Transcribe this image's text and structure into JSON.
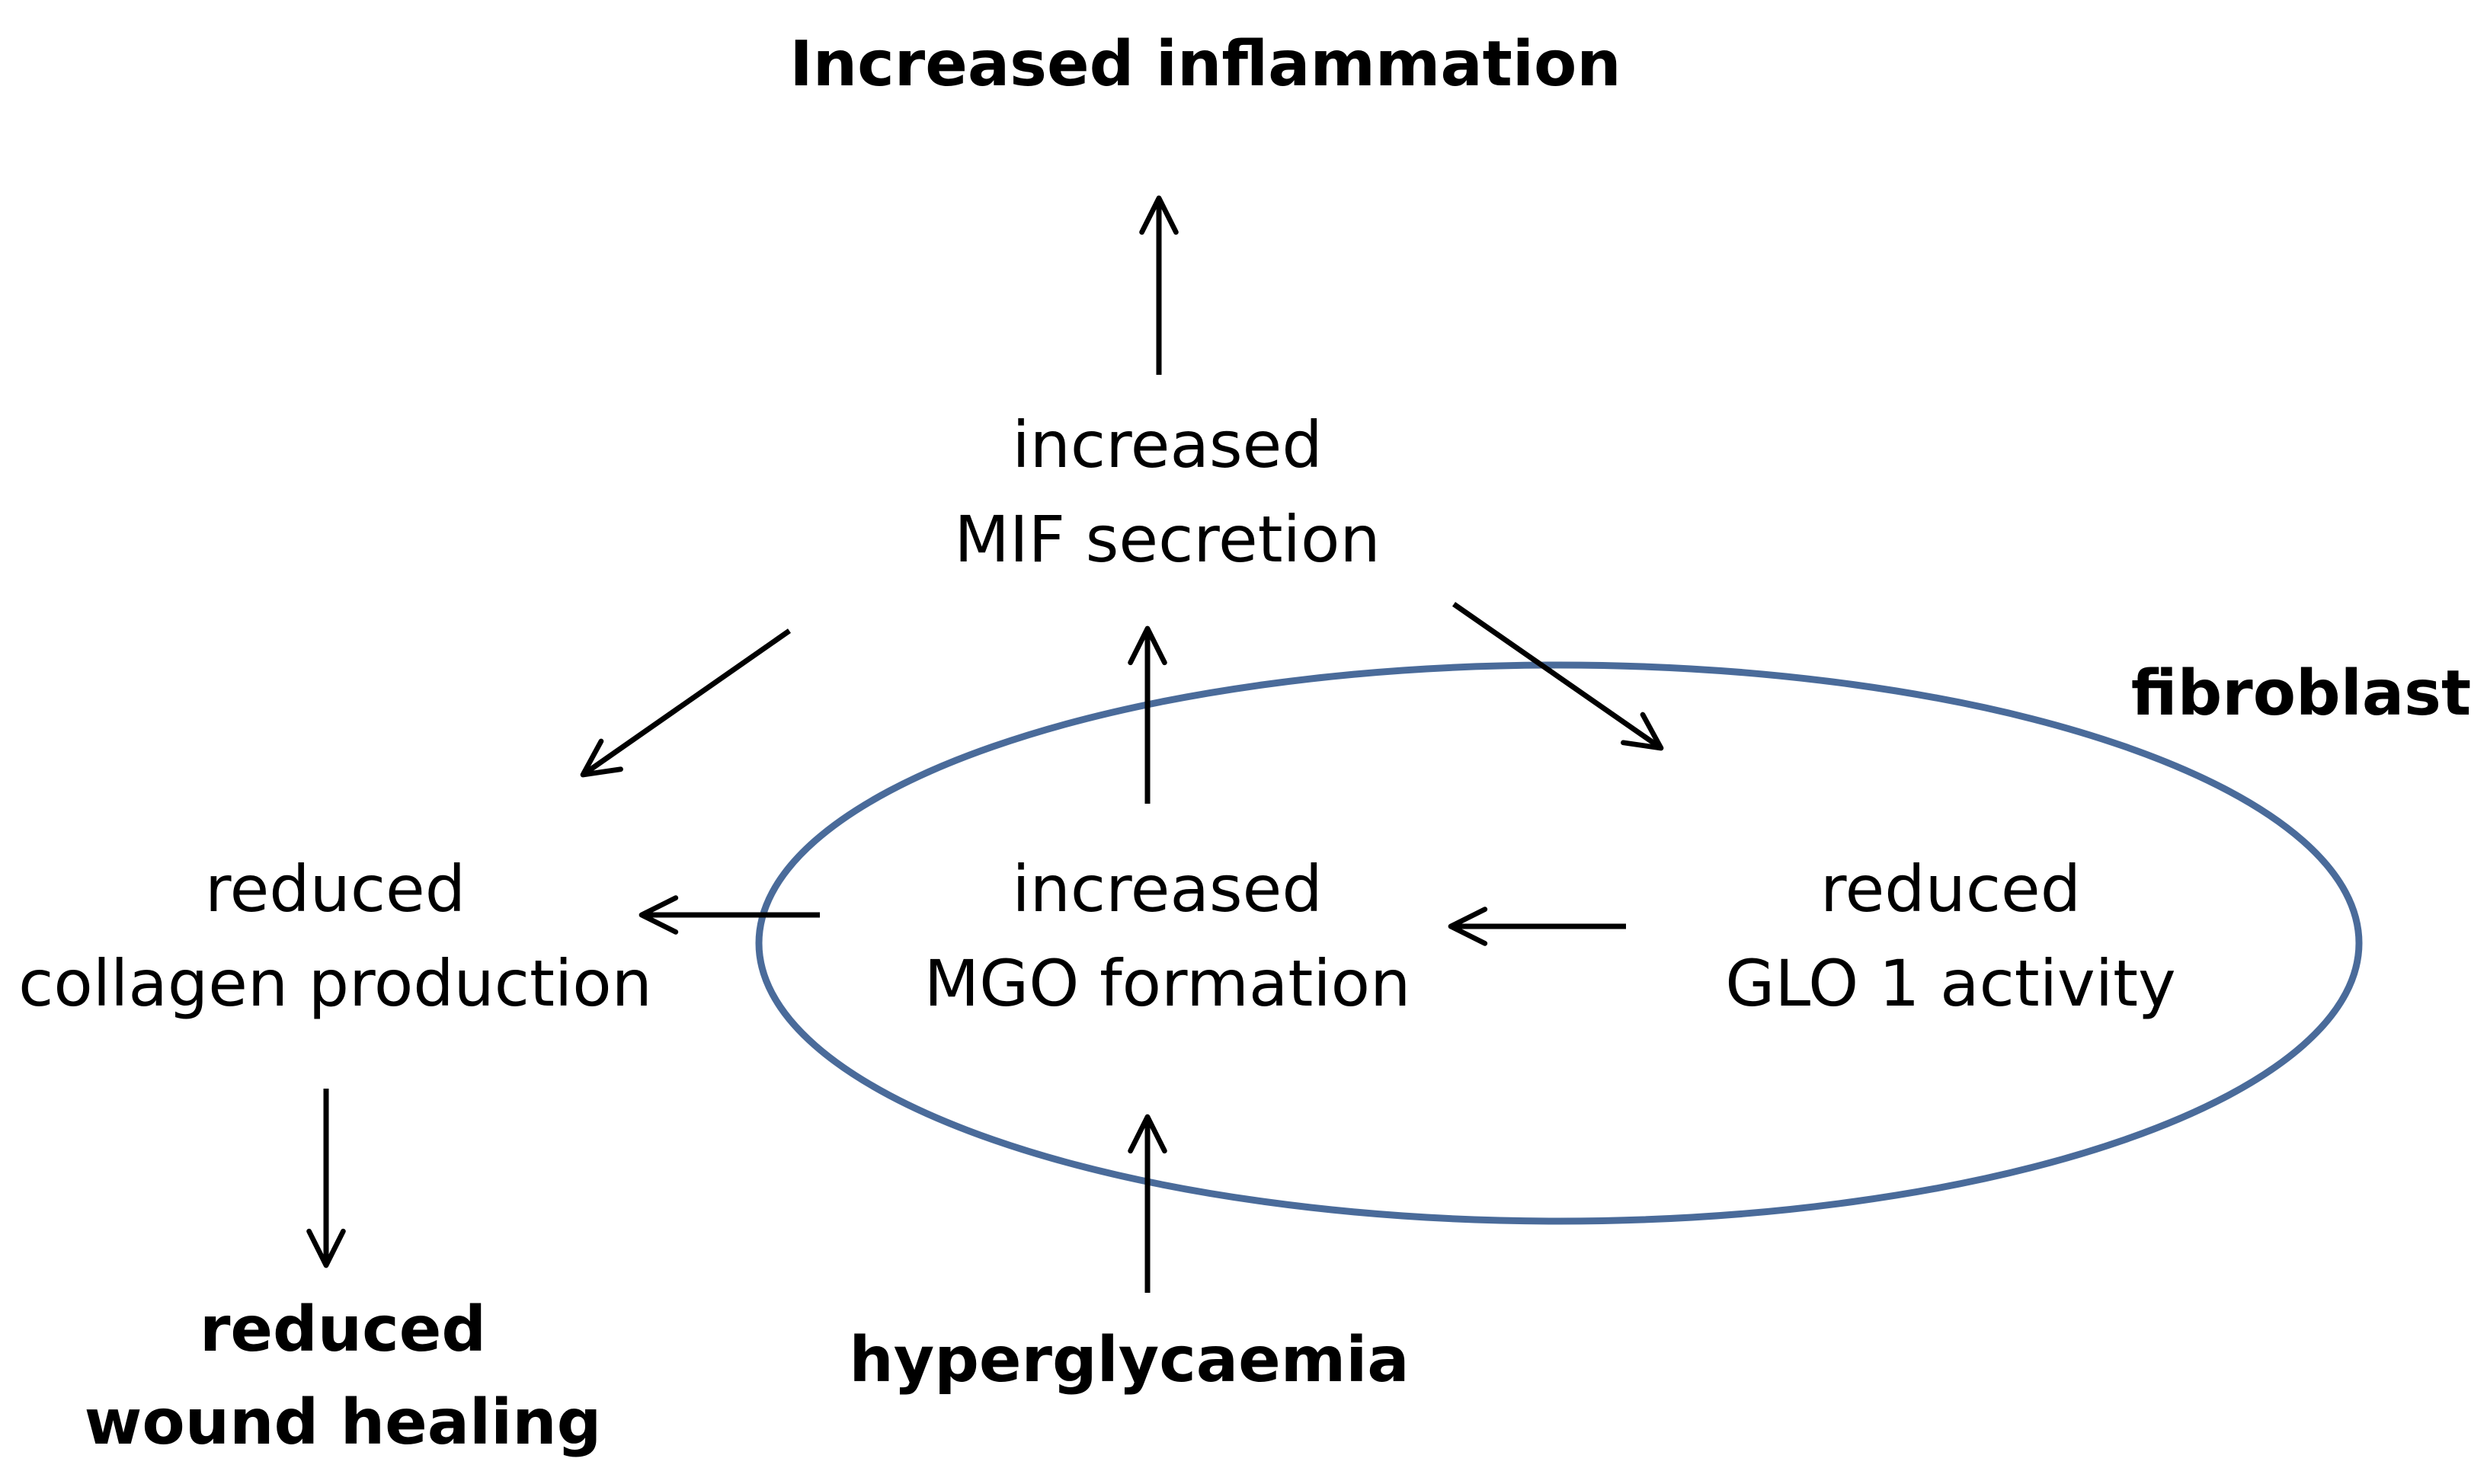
{
  "diagram": {
    "top_outcome": "Increased inflammation",
    "mif": {
      "line1": "increased",
      "line2": "MIF secretion"
    },
    "collagen": {
      "line1": "reduced",
      "line2": "collagen production"
    },
    "mgo": {
      "line1": "increased",
      "line2": "MGO formation"
    },
    "glo": {
      "line1": "reduced",
      "line2": "GLO 1 activity"
    },
    "cell_label": "fibroblast",
    "wound": {
      "line1": "reduced",
      "line2": "wound healing"
    },
    "trigger": "hyperglycaemia"
  },
  "colors": {
    "ellipse_stroke": "#4a6b9a",
    "arrow": "#000000",
    "text": "#000000"
  },
  "arrows": [
    {
      "from": "mif",
      "to": "top_outcome"
    },
    {
      "from": "mgo",
      "to": "mif"
    },
    {
      "from": "mif",
      "to": "collagen"
    },
    {
      "from": "mif",
      "to": "glo"
    },
    {
      "from": "mgo",
      "to": "collagen"
    },
    {
      "from": "glo",
      "to": "mgo"
    },
    {
      "from": "trigger",
      "to": "mgo"
    },
    {
      "from": "collagen",
      "to": "wound"
    }
  ]
}
